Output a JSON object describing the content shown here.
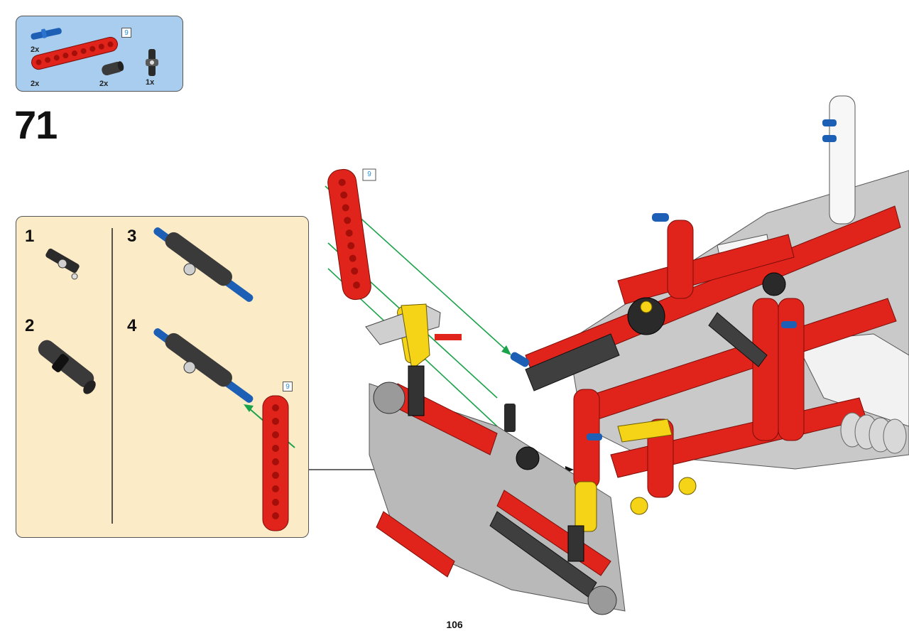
{
  "parts_list": {
    "items": [
      {
        "icon": "blue-axle-pin-icon",
        "quantity": "2x"
      },
      {
        "icon": "red-technic-beam-icon",
        "quantity": "2x",
        "length": "9"
      },
      {
        "icon": "dark-gray-pin-connector-icon",
        "quantity": "2x"
      },
      {
        "icon": "black-axle-connector-icon",
        "quantity": "1x"
      }
    ]
  },
  "step": {
    "number": "71"
  },
  "sub_assembly": {
    "steps": [
      "1",
      "2",
      "3",
      "4"
    ],
    "beam_length": "9"
  },
  "main_assembly": {
    "beam_length": "9"
  },
  "colors": {
    "parts_box_bg": "#a9cdef",
    "sub_box_bg": "#fcebc7",
    "technic_red": "#e0241b",
    "technic_blue": "#1c5fb5",
    "arrow_green": "#1aa34a"
  },
  "page": {
    "number": "106"
  }
}
